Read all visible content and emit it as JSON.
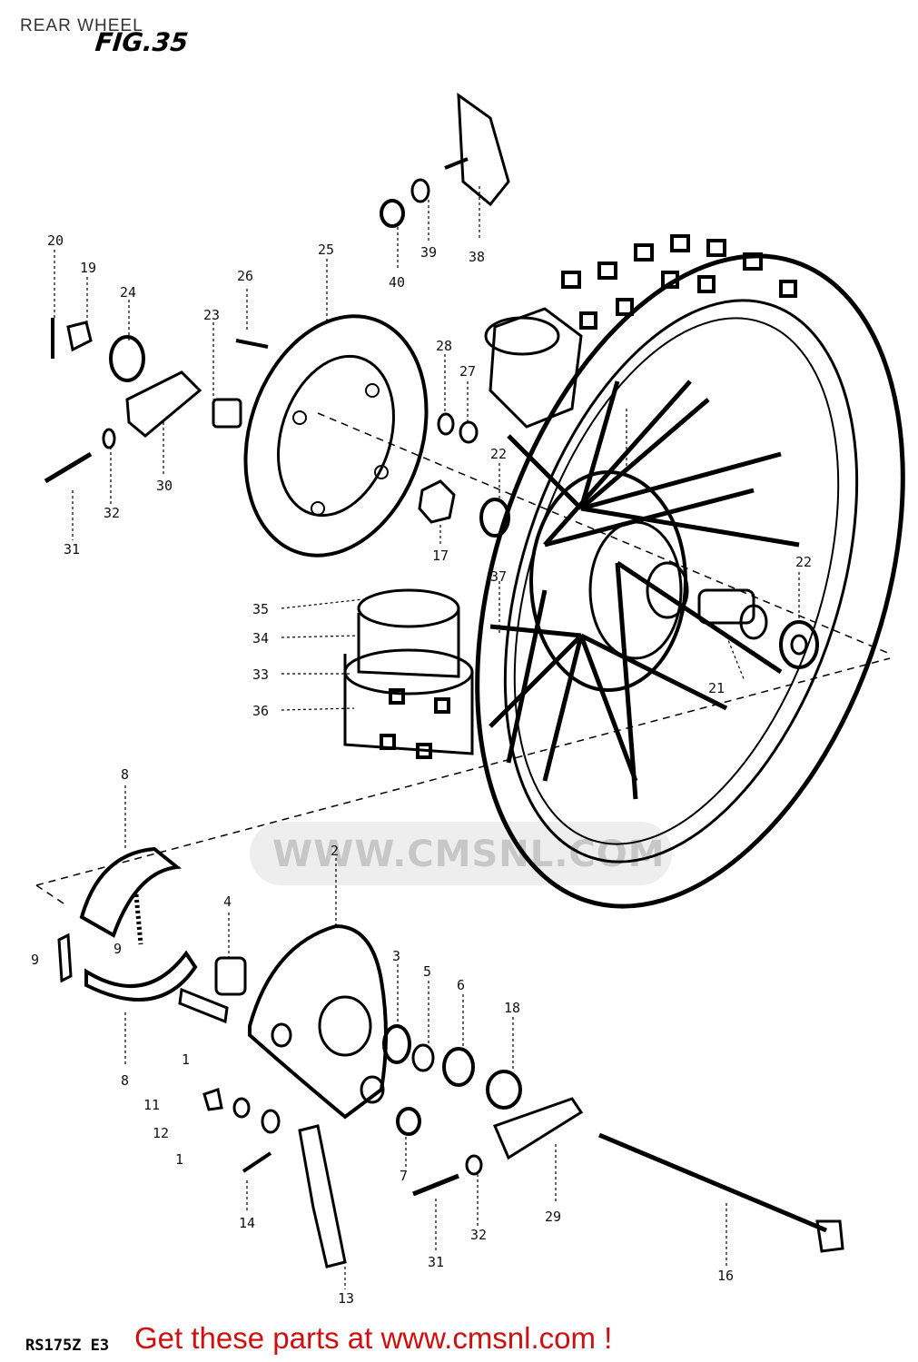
{
  "header": {
    "section_title": "REAR WHEEL",
    "figure": "FIG.35"
  },
  "footer": {
    "model_code": "RS175Z E3",
    "cta": "Get these parts at www.cmsnl.com !"
  },
  "watermark": {
    "text": "WWW.CMSNL.COM"
  },
  "callouts": [
    "20",
    "19",
    "24",
    "23",
    "26",
    "25",
    "28",
    "27",
    "22",
    "17",
    "37",
    "22",
    "21",
    "35",
    "34",
    "33",
    "36",
    "30",
    "32",
    "31",
    "38",
    "39",
    "40",
    "8",
    "9",
    "9",
    "8",
    "4",
    "2",
    "3",
    "5",
    "6",
    "18",
    "29",
    "7",
    "32",
    "31",
    "16",
    "13",
    "14",
    "1",
    "11",
    "12",
    "1"
  ],
  "colors": {
    "cta": "#d01010",
    "ink": "#000000"
  }
}
